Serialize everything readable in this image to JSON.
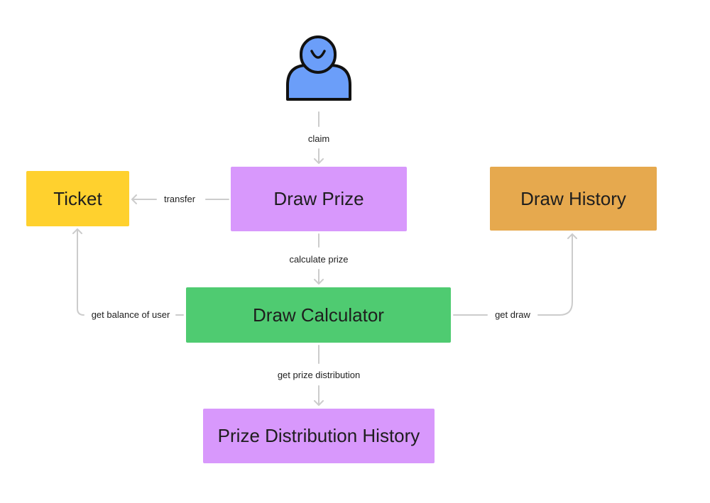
{
  "nodes": {
    "ticket": {
      "label": "Ticket",
      "color": "#FFD12E"
    },
    "draw_prize": {
      "label": "Draw Prize",
      "color": "#D898FC"
    },
    "draw_history": {
      "label": "Draw History",
      "color": "#E6A94E"
    },
    "draw_calculator": {
      "label": "Draw Calculator",
      "color": "#4FCB71"
    },
    "prize_distribution_history": {
      "label": "Prize Distribution History",
      "color": "#D898FC"
    }
  },
  "edges": {
    "claim": "claim",
    "transfer": "transfer",
    "calculate_prize": "calculate prize",
    "get_balance_of_user": "get balance of user",
    "get_draw": "get draw",
    "get_prize_distribution": "get prize distribution"
  },
  "user_icon": {
    "icon": "user-icon",
    "color": "#6B9EF9"
  },
  "edge_color": "#CCCCCC"
}
